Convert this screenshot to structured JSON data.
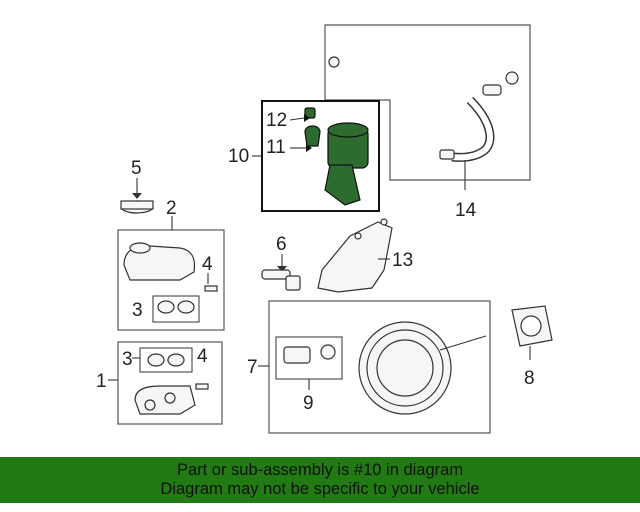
{
  "callouts": {
    "c1": "1",
    "c2": "2",
    "c3a": "3",
    "c3b": "3",
    "c4a": "4",
    "c4b": "4",
    "c5": "5",
    "c6": "6",
    "c7": "7",
    "c8": "8",
    "c9": "9",
    "c10": "10",
    "c11": "11",
    "c12": "12",
    "c13": "13",
    "c14": "14"
  },
  "highlight_color": "#2e6b2e",
  "banner": {
    "line1": "Part or sub-assembly is #10 in diagram",
    "line2": "Diagram may not be specific to your vehicle",
    "background": "#217a12"
  }
}
